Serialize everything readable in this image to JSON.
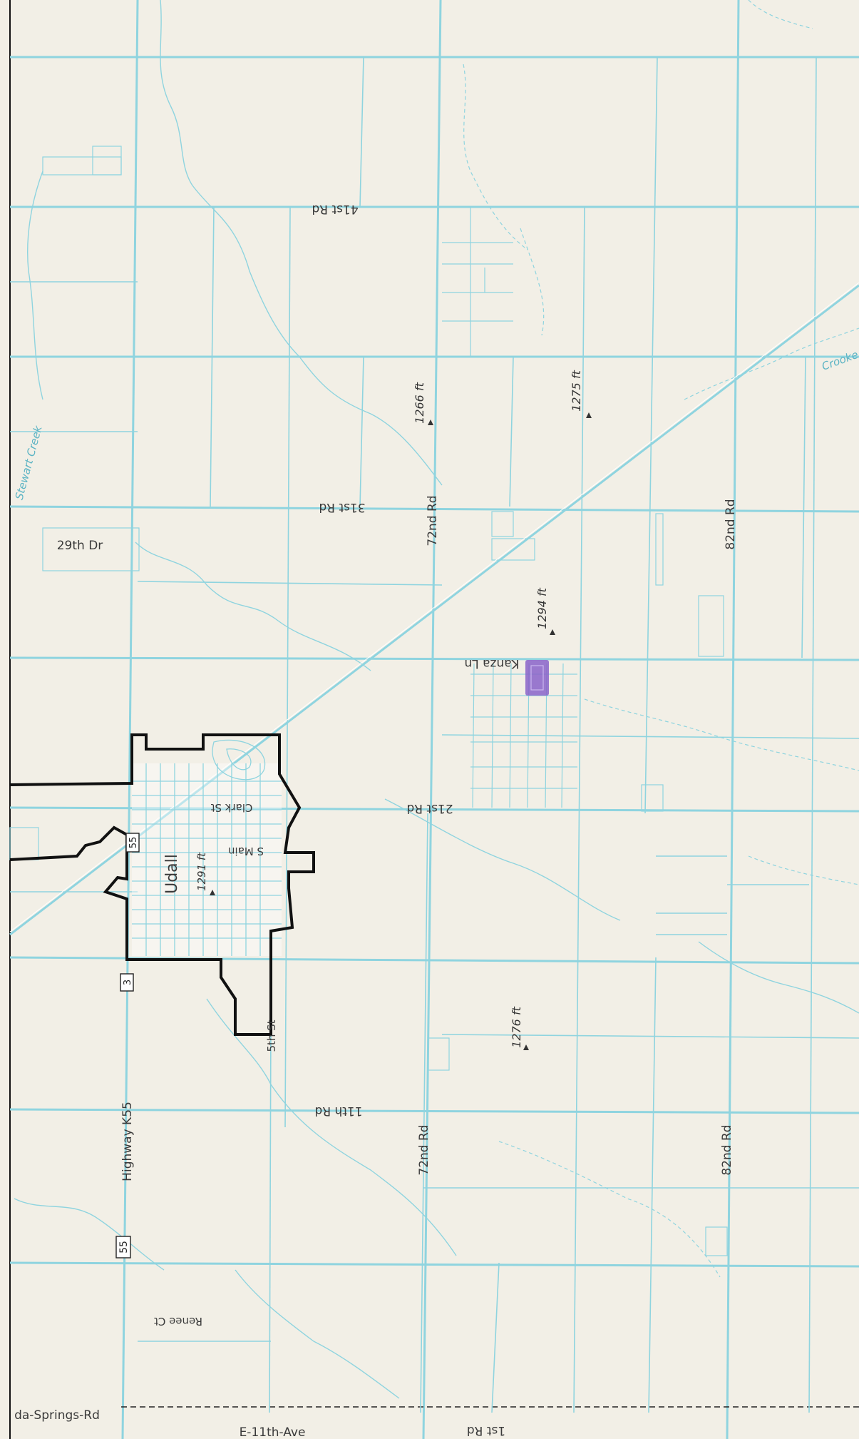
{
  "map": {
    "colors": {
      "paper": "#f2efe6",
      "road": "#8fd4df",
      "creek": "#8fd4df",
      "city_limits": "#111111",
      "parcel_highlight": "#8a63c9",
      "label": "#3a3a3a"
    },
    "roads": {
      "rd41": "41st Rd",
      "rd31": "31st Rd",
      "dr29": "29th Dr",
      "rd72_north": "72nd Rd",
      "rd82_north": "82nd Rd",
      "kanza": "Kanza Ln",
      "rd21": "21st Rd",
      "clark": "Clark St",
      "main": "S Main",
      "fifth": "5th St",
      "rd11": "11th Rd",
      "rd72_south": "72nd Rd",
      "rd82_south": "82nd Rd",
      "k55": "Highway K55",
      "renee": "Renee Ct",
      "springs": "da-Springs-Rd",
      "ave11": "E-11th-Ave",
      "rd1": "1st Rd"
    },
    "town": {
      "name": "Udall"
    },
    "shields": {
      "s55_upper": "55",
      "s3": "3",
      "s55_lower": "55"
    },
    "elevations": {
      "e1266": "1266 ft",
      "e1275": "1275 ft",
      "e1294": "1294 ft",
      "e1291": "1291 ft",
      "e1276": "1276 ft"
    },
    "water": {
      "stewart": "Stewart Creek",
      "crooked": "Crooke"
    }
  }
}
